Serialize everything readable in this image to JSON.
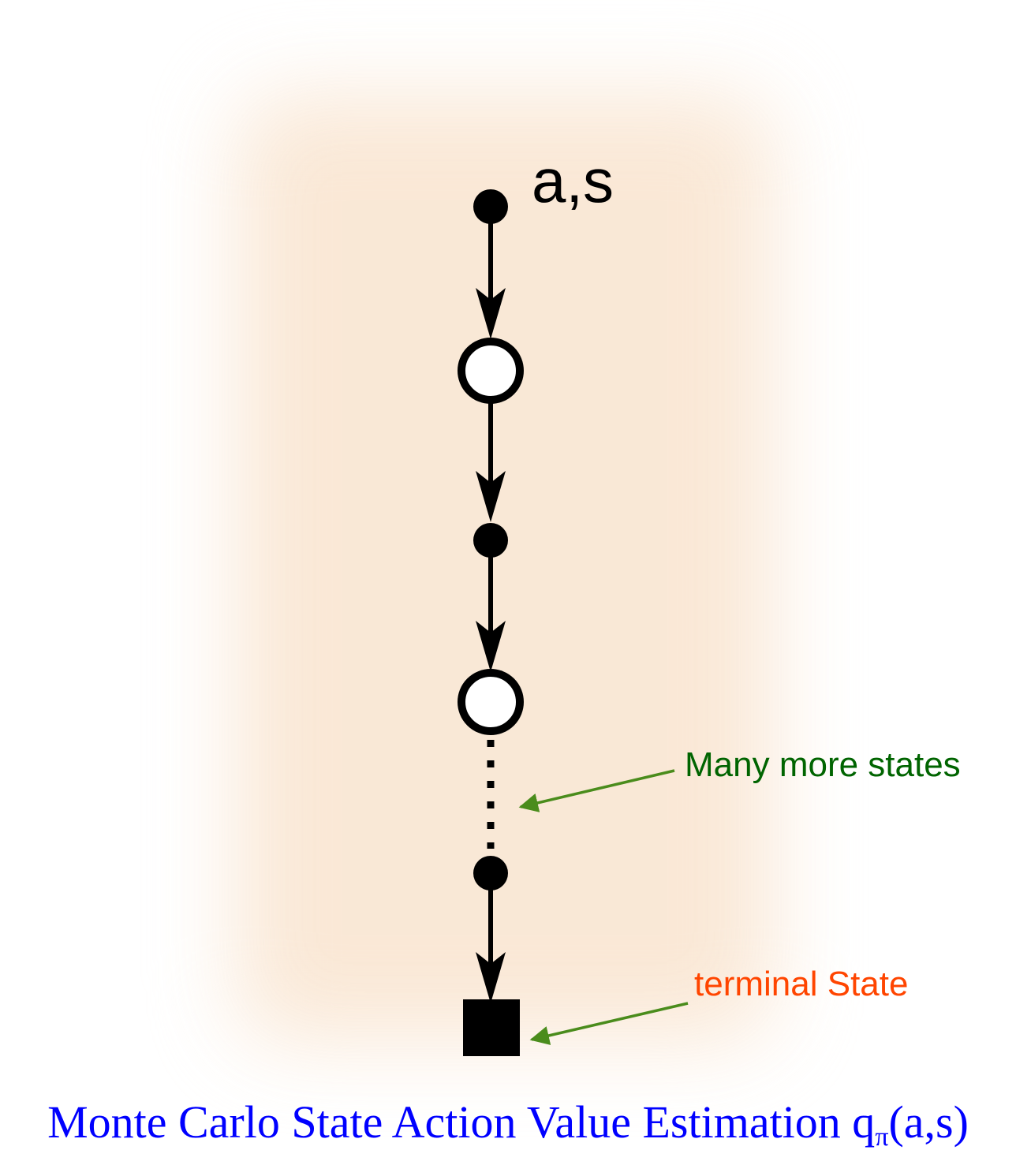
{
  "nodes": [
    {
      "kind": "action",
      "label": "a,s"
    },
    {
      "kind": "state",
      "label": ""
    },
    {
      "kind": "action",
      "label": ""
    },
    {
      "kind": "state",
      "label": ""
    },
    {
      "kind": "action",
      "label": ""
    },
    {
      "kind": "terminal",
      "label": ""
    }
  ],
  "annotations": {
    "many_states": "Many more states",
    "terminal": "terminal State"
  },
  "caption": {
    "main": "Monte Carlo State Action Value Estimation q",
    "sub": "π",
    "tail": "(a,s)"
  },
  "colors": {
    "caption": "#0000ff",
    "many_states": "#006400",
    "terminal": "#ff4500",
    "pointer": "#4a8c1c",
    "glow": "#f9e4cf"
  }
}
